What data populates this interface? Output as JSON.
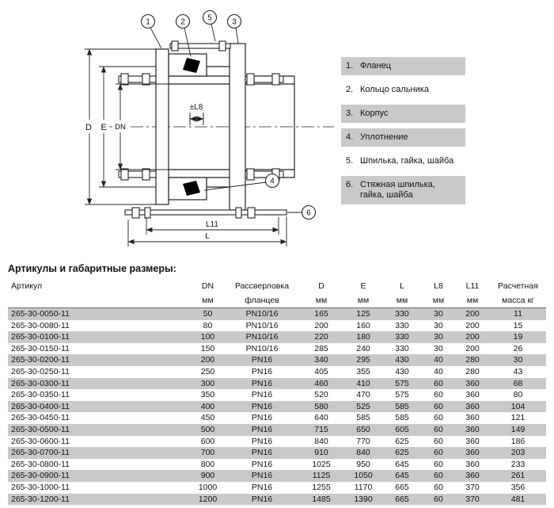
{
  "colors": {
    "band": "#c9c9c9",
    "stripe": "#c9c9c9",
    "line": "#222222"
  },
  "drawing": {
    "callouts": [
      "1",
      "2",
      "5",
      "3",
      "4",
      "6"
    ],
    "dims": {
      "d": "D",
      "e": "E",
      "dn": "DN",
      "l8": "±L8",
      "l11": "L11",
      "l": "L"
    }
  },
  "legend": {
    "items": [
      {
        "num": "1.",
        "label": "Фланец",
        "shaded": true
      },
      {
        "num": "2.",
        "label": "Кольцо сальника",
        "shaded": false
      },
      {
        "num": "3.",
        "label": "Корпус",
        "shaded": true
      },
      {
        "num": "4.",
        "label": "Уплотнение",
        "shaded": true
      },
      {
        "num": "5.",
        "label": "Шпилька, гайка, шайба",
        "shaded": false
      },
      {
        "num": "6.",
        "label": "Стяжная шпилька, гайка, шайба",
        "shaded": true
      }
    ]
  },
  "section_title": "Артикулы и габаритные размеры:",
  "table": {
    "headers": [
      {
        "label": "Артикул",
        "unit": ""
      },
      {
        "label": "DN",
        "unit": "мм"
      },
      {
        "label": "Рассверловка",
        "unit": "фланцев"
      },
      {
        "label": "D",
        "unit": "мм"
      },
      {
        "label": "E",
        "unit": "мм"
      },
      {
        "label": "L",
        "unit": "мм"
      },
      {
        "label": "L8",
        "unit": "мм"
      },
      {
        "label": "L11",
        "unit": "мм"
      },
      {
        "label": "Расчетная",
        "unit": "масса кг"
      }
    ],
    "rows": [
      [
        "265-30-0050-11",
        "50",
        "PN10/16",
        "165",
        "125",
        "330",
        "30",
        "200",
        "11"
      ],
      [
        "265-30-0080-11",
        "80",
        "PN10/16",
        "200",
        "160",
        "330",
        "30",
        "200",
        "15"
      ],
      [
        "265-30-0100-11",
        "100",
        "PN10/16",
        "220",
        "180",
        "330",
        "30",
        "200",
        "19"
      ],
      [
        "265-30-0150-11",
        "150",
        "PN10/16",
        "285",
        "240",
        "330",
        "30",
        "200",
        "26"
      ],
      [
        "265-30-0200-11",
        "200",
        "PN16",
        "340",
        "295",
        "430",
        "40",
        "280",
        "30"
      ],
      [
        "265-30-0250-11",
        "250",
        "PN16",
        "405",
        "355",
        "430",
        "40",
        "280",
        "43"
      ],
      [
        "265-30-0300-11",
        "300",
        "PN16",
        "460",
        "410",
        "575",
        "60",
        "360",
        "68"
      ],
      [
        "265-30-0350-11",
        "350",
        "PN16",
        "520",
        "470",
        "575",
        "60",
        "360",
        "80"
      ],
      [
        "265-30-0400-11",
        "400",
        "PN16",
        "580",
        "525",
        "585",
        "60",
        "360",
        "104"
      ],
      [
        "265-30-0450-11",
        "450",
        "PN16",
        "640",
        "585",
        "585",
        "60",
        "360",
        "121"
      ],
      [
        "265-30-0500-11",
        "500",
        "PN16",
        "715",
        "650",
        "605",
        "60",
        "360",
        "149"
      ],
      [
        "265-30-0600-11",
        "600",
        "PN16",
        "840",
        "770",
        "625",
        "60",
        "360",
        "186"
      ],
      [
        "265-30-0700-11",
        "700",
        "PN16",
        "910",
        "840",
        "625",
        "60",
        "360",
        "203"
      ],
      [
        "265-30-0800-11",
        "800",
        "PN16",
        "1025",
        "950",
        "645",
        "60",
        "360",
        "233"
      ],
      [
        "265-30-0900-11",
        "900",
        "PN16",
        "1125",
        "1050",
        "645",
        "60",
        "360",
        "261"
      ],
      [
        "265-30-1000-11",
        "1000",
        "PN16",
        "1255",
        "1170",
        "665",
        "60",
        "370",
        "356"
      ],
      [
        "265-30-1200-11",
        "1200",
        "PN16",
        "1485",
        "1390",
        "665",
        "60",
        "370",
        "481"
      ]
    ]
  }
}
